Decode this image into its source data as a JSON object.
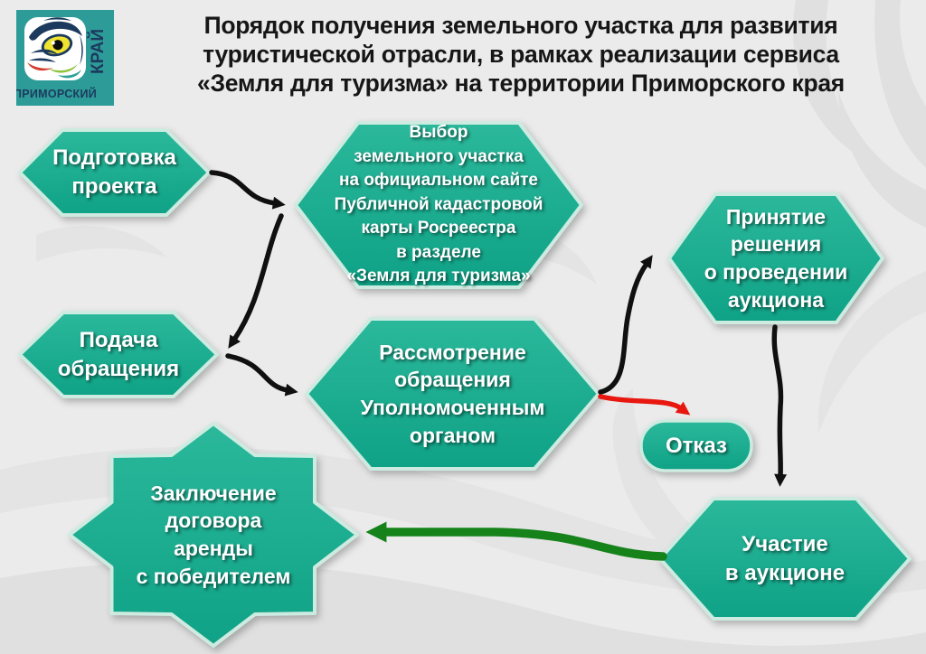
{
  "title": "Порядок получения земельного участка для развития\nтуристической отрасли, в рамках реализации сервиса\n«Земля для туризма» на территории Приморского края",
  "logo": {
    "region": "ПРИМОРСКИЙ",
    "krai": "КРАЙ"
  },
  "nodes": {
    "prepare": {
      "label": "Подготовка\nпроекта"
    },
    "select": {
      "label": "Выбор\nземельного участка\nна официальном сайте\nПубличной кадастровой\nкарты Росреестра\nв разделе\n«Земля для туризма»"
    },
    "decision": {
      "label": "Принятие\nрешения\nо проведении\nаукциона"
    },
    "apply": {
      "label": "Подача\nобращения"
    },
    "review": {
      "label": "Рассмотрение\nобращения\nУполномоченным\nорганом"
    },
    "refusal": {
      "label": "Отказ"
    },
    "contract": {
      "label": "Заключение\nдоговора\nаренды\nс победителем"
    },
    "auction": {
      "label": "Участие\nв аукционе"
    }
  },
  "edges": [
    {
      "from": "prepare",
      "to": "select",
      "color": "#101010"
    },
    {
      "from": "select",
      "to": "apply",
      "color": "#101010"
    },
    {
      "from": "apply",
      "to": "review",
      "color": "#101010"
    },
    {
      "from": "review",
      "to": "decision",
      "color": "#101010"
    },
    {
      "from": "review",
      "to": "refusal",
      "color": "#e8170f"
    },
    {
      "from": "decision",
      "to": "auction",
      "color": "#101010"
    },
    {
      "from": "auction",
      "to": "contract",
      "color": "#15821a"
    }
  ],
  "colors": {
    "background": "#ebebeb",
    "watermark": "#e0e0e0",
    "watermark_soft": "#e4e4e4",
    "node_fill_top": "#2bb89b",
    "node_fill_bottom": "#0fa286",
    "node_border": "#cdebe0",
    "black_arrow": "#101010",
    "red_arrow": "#e8170f",
    "green_arrow": "#15821a",
    "title_text": "#161616",
    "label_text": "#ffffff",
    "logo_bg": "#2d9c98",
    "logo_text": "#1c3a5e",
    "eye_yellow": "#f0e431",
    "logo_red": "#d63a2c",
    "logo_green": "#8fc43c"
  }
}
